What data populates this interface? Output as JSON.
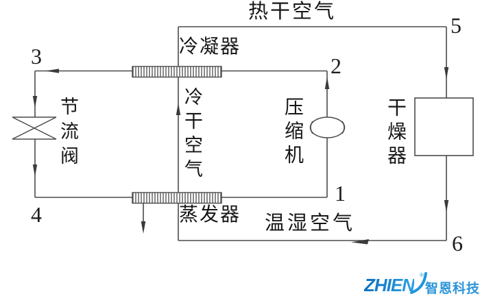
{
  "flows": {
    "hot_dry_air": "热干空气",
    "cold_dry_air": "冷干空气",
    "warm_humid_air": "温湿空气"
  },
  "components": {
    "condenser": "冷凝器",
    "evaporator": "蒸发器",
    "throttle_valve": "节流阀",
    "compressor": "压缩机",
    "dryer": "干燥器"
  },
  "state_points": {
    "p1": "1",
    "p2": "2",
    "p3": "3",
    "p4": "4",
    "p5": "5",
    "p6": "6"
  },
  "logo": {
    "brand": "ZHIEN",
    "registered": "®",
    "company": "智恩科技"
  },
  "colors": {
    "line": "#4a4a4a",
    "text": "#1c1c1c",
    "logo_brand": "#0f7cc9",
    "logo_company": "#2b95d9",
    "background": "#ffffff"
  }
}
